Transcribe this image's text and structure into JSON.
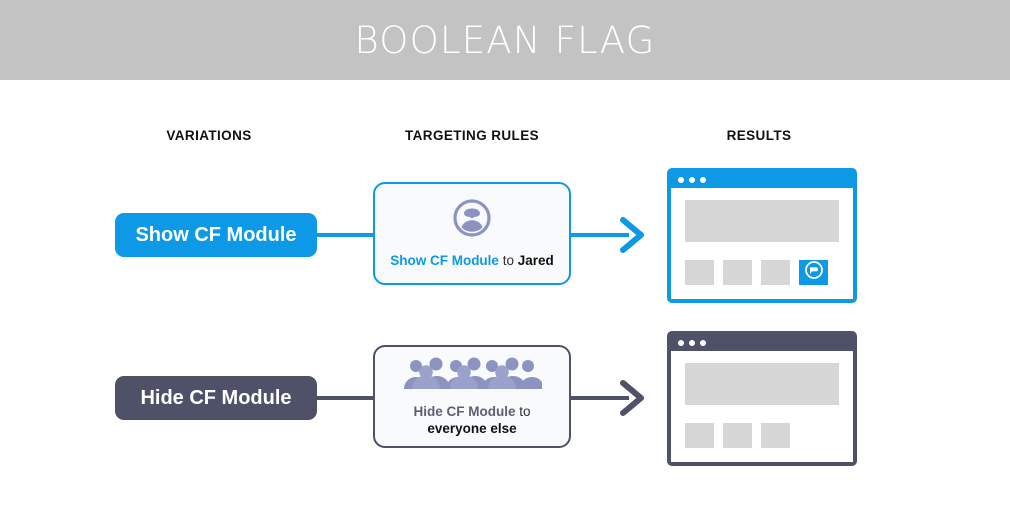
{
  "header": {
    "title": "BOOLEAN FLAG",
    "bg_color": "#c3c3c3",
    "text_color": "#ffffff"
  },
  "columns": {
    "variations": "VARIATIONS",
    "targeting_rules": "TARGETING RULES",
    "results": "RESULTS"
  },
  "colors": {
    "accent_blue": "#0d99e5",
    "slate": "#4e5167",
    "icon_purple": "#8c93c0",
    "placeholder_gray": "#d6d6d6",
    "card_bg": "#f8fafc"
  },
  "rows": [
    {
      "variation": {
        "label": "Show CF Module",
        "style": "blue"
      },
      "rule": {
        "icon": "single-person-icon",
        "text_prefix": "Show CF Module",
        "text_middle": "to",
        "text_target": "Jared",
        "style": "blue"
      },
      "arrow": {
        "style": "blue"
      },
      "result": {
        "window_style": "blue",
        "has_cf_module": true,
        "cf_module_icon": "speech-bubble-flag-icon",
        "tile_count": 4
      }
    },
    {
      "variation": {
        "label": "Hide CF Module",
        "style": "slate"
      },
      "rule": {
        "icon": "crowd-of-people-icon",
        "text_prefix": "Hide CF Module",
        "text_middle": "to",
        "text_target": "everyone else",
        "style": "slate"
      },
      "arrow": {
        "style": "slate"
      },
      "result": {
        "window_style": "slate",
        "has_cf_module": false,
        "tile_count": 3
      }
    }
  ]
}
